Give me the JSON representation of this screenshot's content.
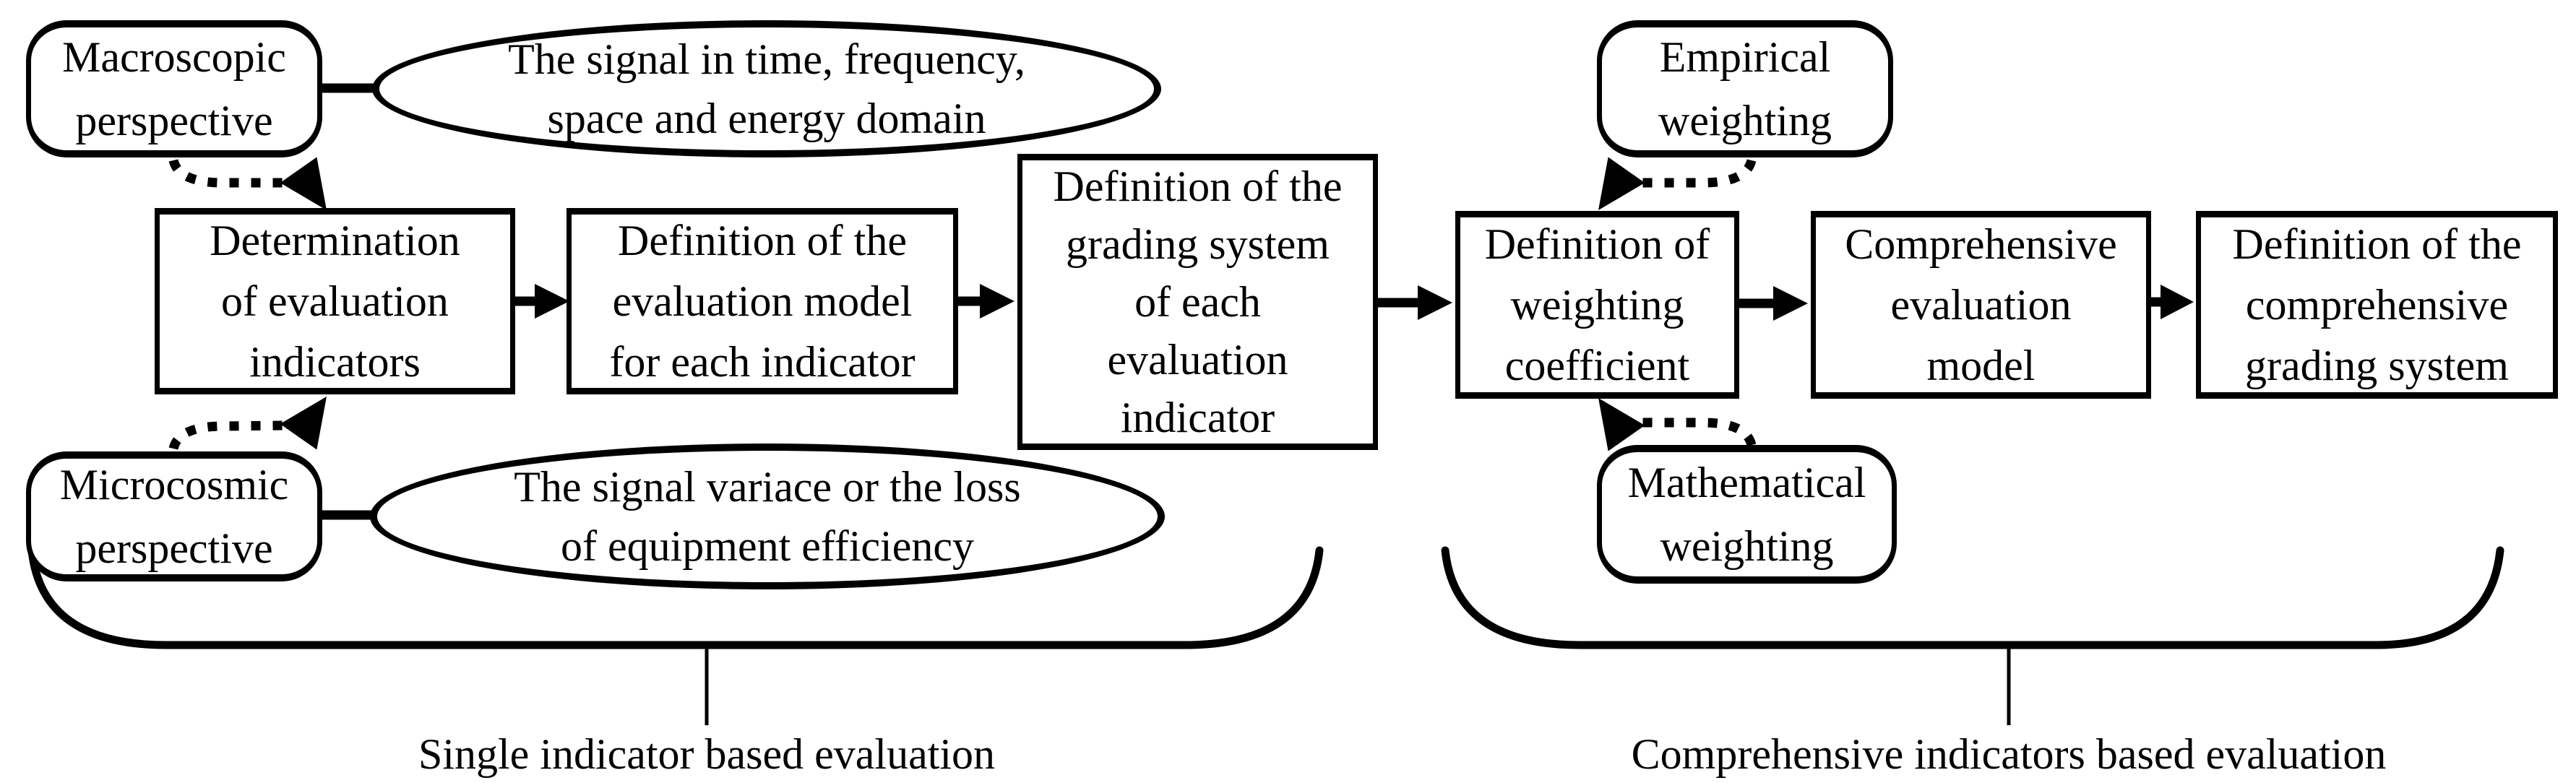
{
  "figure": {
    "rounded_boxes": {
      "macroscopic": {
        "line1": "Macroscopic",
        "line2": "perspective"
      },
      "microcosmic": {
        "line1": "Microcosmic",
        "line2": "perspective"
      },
      "empirical": {
        "line1": "Empirical",
        "line2": "weighting"
      },
      "mathematical": {
        "line1": "Mathematical",
        "line2": "weighting"
      }
    },
    "ellipses": {
      "macro_signal": {
        "line1": "The signal in time, frequency,",
        "line2": "space and energy domain"
      },
      "micro_signal": {
        "line1": "The signal variace or the loss",
        "line2": "of equipment efficiency"
      }
    },
    "process_boxes": {
      "step1": {
        "line1": "Determination",
        "line2": "of evaluation",
        "line3": "indicators"
      },
      "step2": {
        "line1": "Definition of the",
        "line2": "evaluation model",
        "line3": "for each indicator"
      },
      "step3": {
        "line1": "Definition of the",
        "line2": "grading system",
        "line3": "of each",
        "line4": "evaluation",
        "line5": "indicator"
      },
      "step4": {
        "line1": "Definition of",
        "line2": "weighting",
        "line3": "coefficient"
      },
      "step5": {
        "line1": "Comprehensive",
        "line2": "evaluation",
        "line3": "model"
      },
      "step6": {
        "line1": "Definition of the",
        "line2": "comprehensive",
        "line3": "grading system"
      }
    },
    "group_labels": {
      "left": "Single indicator based evaluation",
      "right": "Comprehensive indicators based evaluation"
    },
    "colors": {
      "stroke": "#000000",
      "background": "#ffffff"
    }
  }
}
